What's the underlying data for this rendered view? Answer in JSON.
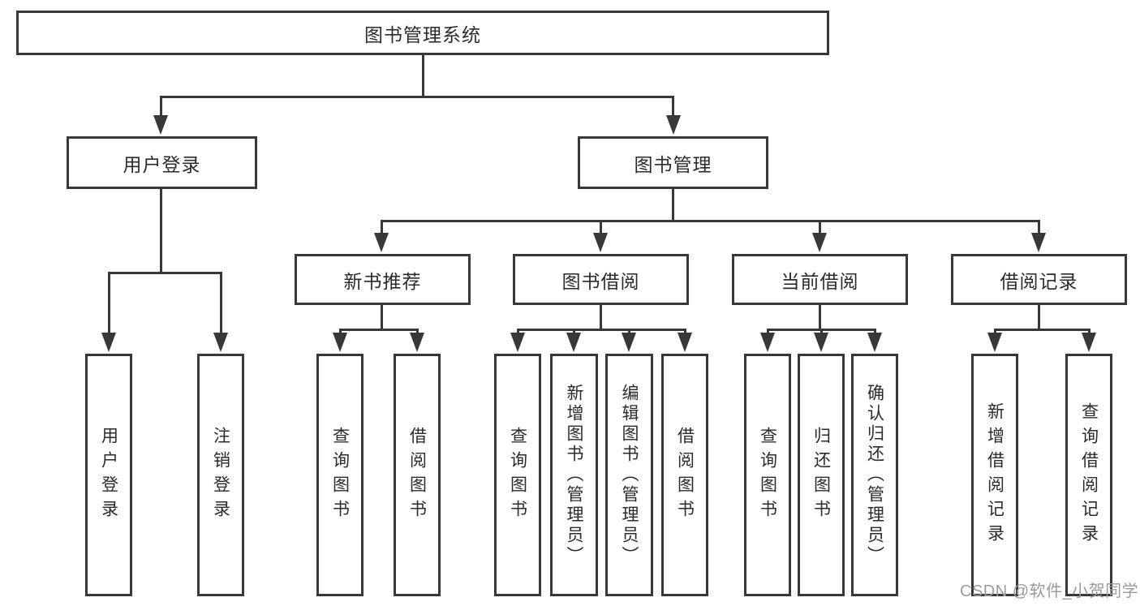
{
  "diagram_title": "图书管理系统",
  "tree": {
    "root": "图书管理系统",
    "branches": [
      {
        "label": "用户登录",
        "children": [
          "用户登录",
          "注销登录"
        ]
      },
      {
        "label": "图书管理",
        "children": [
          {
            "label": "新书推荐",
            "children": [
              "查询图书",
              "借阅图书"
            ]
          },
          {
            "label": "图书借阅",
            "children": [
              "查询图书",
              "新增图书（管理员）",
              "编辑图书（管理员）",
              "借阅图书"
            ]
          },
          {
            "label": "当前借阅",
            "children": [
              "查询图书",
              "归还图书",
              "确认归还（管理员）"
            ]
          },
          {
            "label": "借阅记录",
            "children": [
              "新增借阅记录",
              "查询借阅记录"
            ]
          }
        ]
      }
    ]
  },
  "watermark": "CSDN @软件_小贺同学",
  "colors": {
    "line": "#383838",
    "text": "#2b2b2b",
    "watermark": "#9b9b9b",
    "background": "#ffffff"
  }
}
